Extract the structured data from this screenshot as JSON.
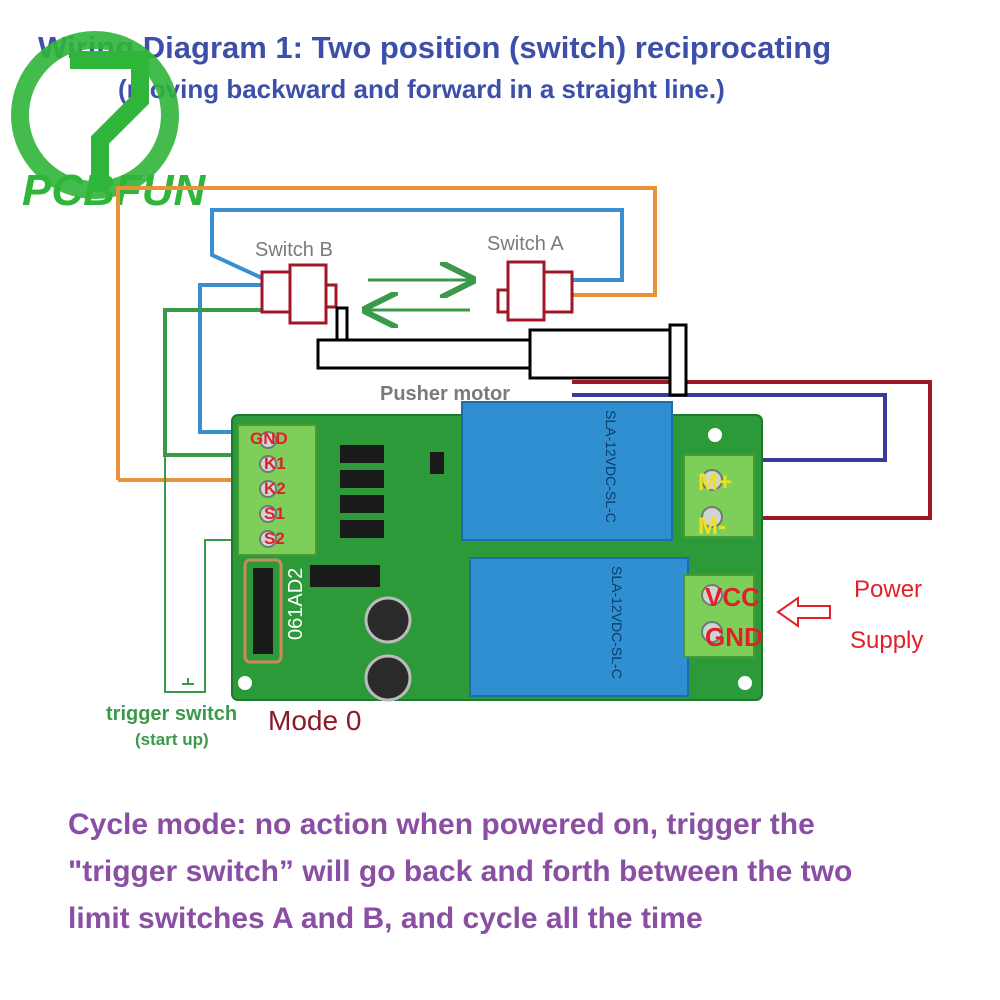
{
  "title": "Wiring Diagram 1: Two position (switch) reciprocating",
  "subtitle": "(moving backward and forward in a straight line.)",
  "brand": {
    "text": "PCBFUN",
    "color": "#2fb53a"
  },
  "labels": {
    "switch_b": "Switch B",
    "switch_a": "Switch A",
    "pusher_motor": "Pusher motor",
    "trigger_switch": "trigger switch",
    "trigger_switch_sub": "(start up)",
    "mode": "Mode 0",
    "power": "Power",
    "supply": "Supply"
  },
  "terminals_left": [
    "GND",
    "K1",
    "K2",
    "S1",
    "S2"
  ],
  "terminals_right": [
    "M+",
    "M-",
    "VCC",
    "GND"
  ],
  "board_text": {
    "board_code": "061AD2",
    "relay_model_1": "SLA-12VDC-SL-C",
    "relay_model_2": "SLA-12VDC-SL-C"
  },
  "description": [
    "Cycle mode: no action when powered on, trigger the",
    "\"trigger switch” will go back and forth between the two",
    "limit switches A and B, and cycle all the time"
  ],
  "colors": {
    "title": "#3d4fa8",
    "description": "#8a4fa3",
    "wire_orange": "#e8923a",
    "wire_blue": "#3a8fd0",
    "wire_green": "#3a9a4a",
    "wire_red": "#a01828",
    "wire_navy": "#3a3a9a",
    "pcb_green": "#2d9a3a",
    "relay_blue": "#2f8fd0",
    "terminal_label_red": "#e0202a",
    "terminal_label_yellow": "#f0e020"
  }
}
